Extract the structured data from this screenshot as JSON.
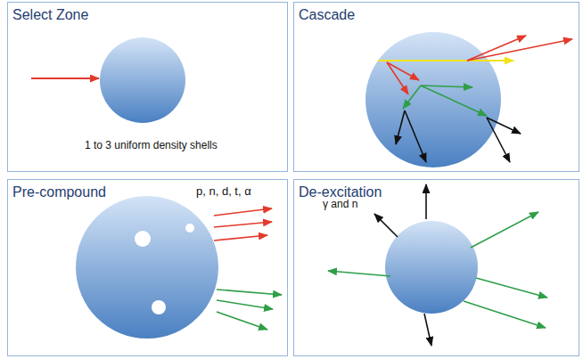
{
  "diagram": {
    "nodes": [
      {
        "text": [
          "Select Zone",
          "1 to 3 uniform density shells"
        ]
      },
      {
        "text": [
          "Cascade"
        ]
      },
      {
        "text": [
          "Pre-compound",
          "p, n, d, t, α"
        ]
      },
      {
        "text": [
          "De-excitation",
          "γ and n"
        ]
      }
    ]
  }
}
